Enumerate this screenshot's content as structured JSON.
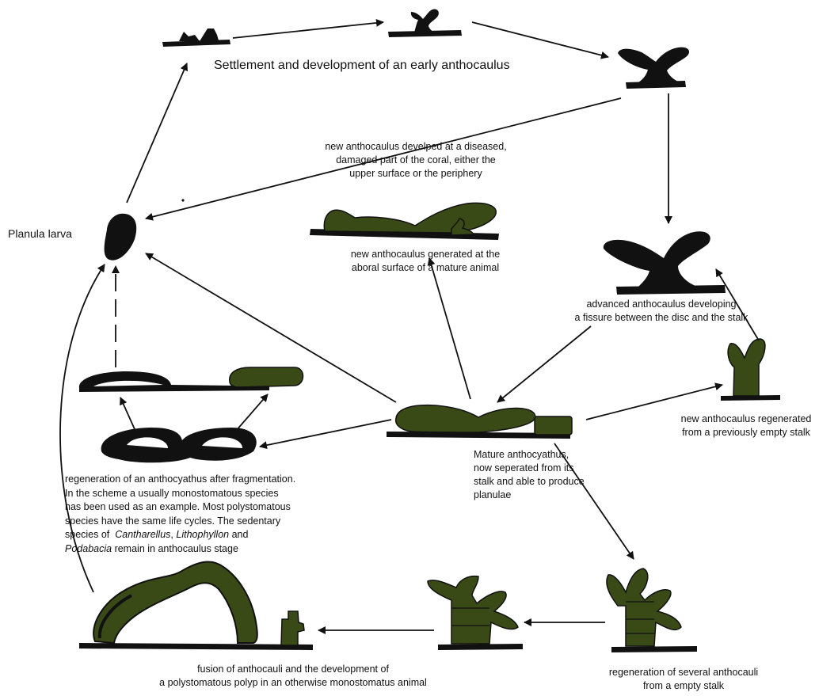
{
  "diagram": {
    "title": "Settlement and development of an early anthocaulus",
    "colors": {
      "black": "#111111",
      "green": "#3a4a16",
      "white": "#ffffff"
    },
    "labels": {
      "planula": "Planula larva",
      "diseased": [
        "new anthocaulus develped at a diseased,",
        "damaged part of the coral, either the",
        "upper surface or the periphery"
      ],
      "aboral": [
        "new anthocaulus generated at the",
        "aboral surface of a mature animal"
      ],
      "advanced": [
        "advanced anthocaulus developing",
        "a fissure between the disc and the stalk"
      ],
      "regenerated": [
        "new anthocaulus regenerated",
        "from a previously empty stalk"
      ],
      "mature": [
        "Mature anthocyathus,",
        "now seperated from its",
        "stalk and able to produce",
        "planulae"
      ],
      "fragmentation": {
        "line1": "regeneration of an anthocyathus after fragmentation.",
        "line2": "In the scheme a usually monostomatous species",
        "line3": "has been used as an example. Most polystomatous",
        "line4": "species have the same life cycles. The sedentary",
        "line5_pre": "species of",
        "genus1": "Cantharellus",
        "sep1": ",",
        "genus2": "Lithophyllon",
        "and": "and",
        "genus3": "Podabacia",
        "line6_post": "remain in anthocaulus stage"
      },
      "fusion": [
        "fusion of anthocauli and the development of",
        "a polystomatous polyp in an otherwise monostomatus animal"
      ],
      "several": [
        "regeneration of several anthocauli",
        "from a empty stalk"
      ]
    }
  }
}
